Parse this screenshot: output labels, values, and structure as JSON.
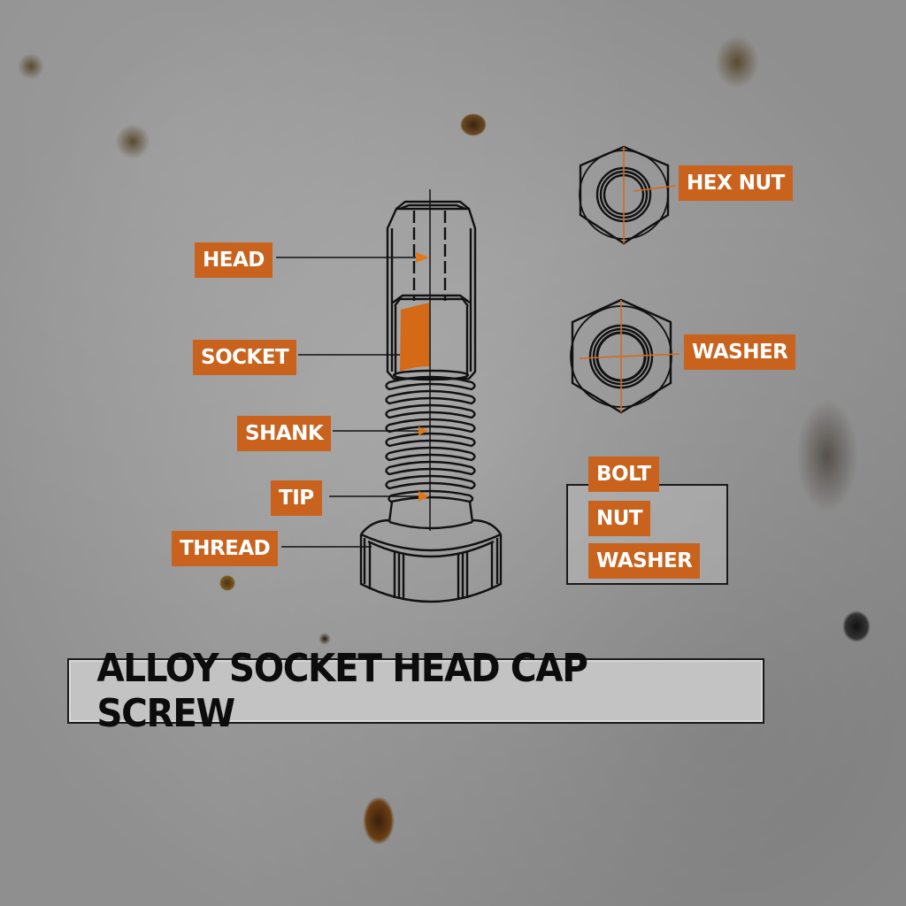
{
  "title": "ALLOY SOCKET HEAD CAP SCREW",
  "colors": {
    "accent_orange": "#c8621c",
    "background_metal": "#9e9e9e",
    "line_black": "#111111",
    "title_box_bg": "#c3c3c3"
  },
  "bolt_labels": [
    {
      "id": "head",
      "text": "HEAD"
    },
    {
      "id": "socket",
      "text": "SOCKET"
    },
    {
      "id": "shank",
      "text": "SHANK"
    },
    {
      "id": "tip",
      "text": "TIP"
    },
    {
      "id": "thread",
      "text": "THREAD"
    }
  ],
  "side_labels": [
    {
      "id": "hex-nut",
      "text": "HEX NUT"
    },
    {
      "id": "washer",
      "text": "WASHER"
    }
  ],
  "legend": {
    "items": [
      "BOLT",
      "NUT",
      "WASHER"
    ]
  },
  "icons": [
    "bolt-drawing",
    "hex-nut-drawing",
    "washer-drawing",
    "arrow-marker"
  ]
}
